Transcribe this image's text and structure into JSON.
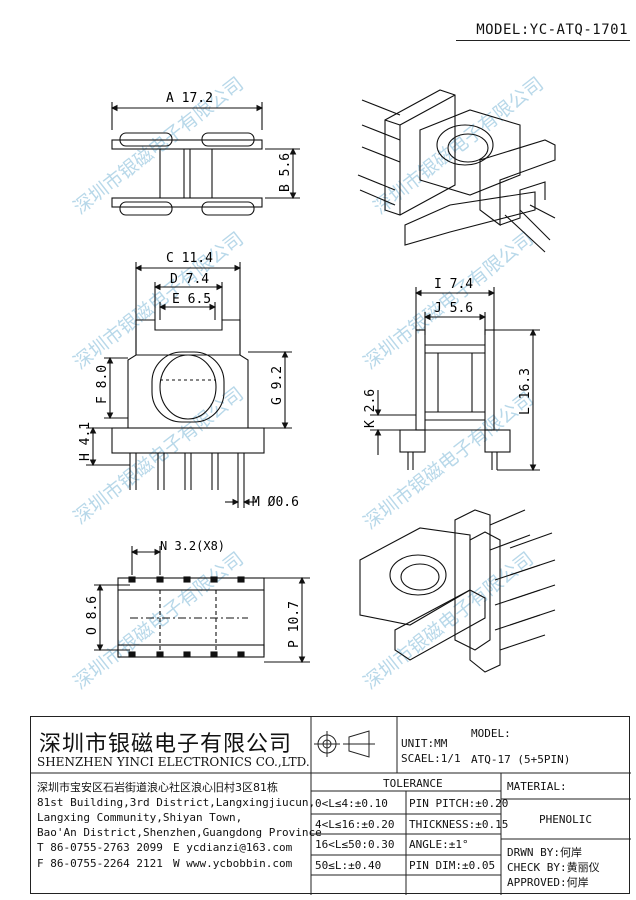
{
  "header": {
    "model": "MODEL:YC-ATQ-1701"
  },
  "dimensions": {
    "A": "A 17.2",
    "B": "B 5.6",
    "C": "C 11.4",
    "D": "D 7.4",
    "E": "E 6.5",
    "F": "F 8.0",
    "G": "G 9.2",
    "H": "H 4.1",
    "M": "M Ø0.6",
    "I": "I 7.4",
    "J": "J 5.6",
    "K": "K 2.6",
    "L": "L 16.3",
    "N": "N 3.2(X8)",
    "O": "O 8.6",
    "P": "P 10.7"
  },
  "watermark": {
    "text": "深圳市银磁电子有限公司"
  },
  "title_block": {
    "company_cn": "深圳市银磁电子有限公司",
    "company_en": "SHENZHEN YINCI ELECTRONICS CO.,LTD.",
    "unit": "UNIT:MM",
    "scale": "SCAEL:1/1",
    "model_label": "MODEL:",
    "model_value": "ATQ-17 (5+5PIN)",
    "address_cn": "深圳市宝安区石岩街道浪心社区浪心旧村3区81栋",
    "address_en_1": "81st Building,3rd District,Langxingjiucun,",
    "address_en_2": "Langxing Community,Shiyan Town,",
    "address_en_3": "Bao'An District,Shenzhen,Guangdong Province",
    "tel": "T 86-0755-2763 2099",
    "email": "E ycdianzi@163.com",
    "fax": "F 86-0755-2264 2121",
    "web": "W www.ycbobbin.com",
    "tolerance_title": "TOLERANCE",
    "tol_1": "0<L≤4:±0.10",
    "tol_2": "4<L≤16:±0.20",
    "tol_3": "16<L≤50:0.30",
    "tol_4": "50≤L:±0.40",
    "pin_pitch": "PIN PITCH:±0.20",
    "thickness": "THICKNESS:±0.15",
    "angle": "ANGLE:±1°",
    "pin_dim": "PIN DIM:±0.05",
    "material_label": "MATERIAL:",
    "material_value": "PHENOLIC",
    "drawn_by": "DRWN BY:何岸",
    "check_by": "CHECK BY:黄丽仪",
    "approved": "APPROVED:何岸"
  }
}
